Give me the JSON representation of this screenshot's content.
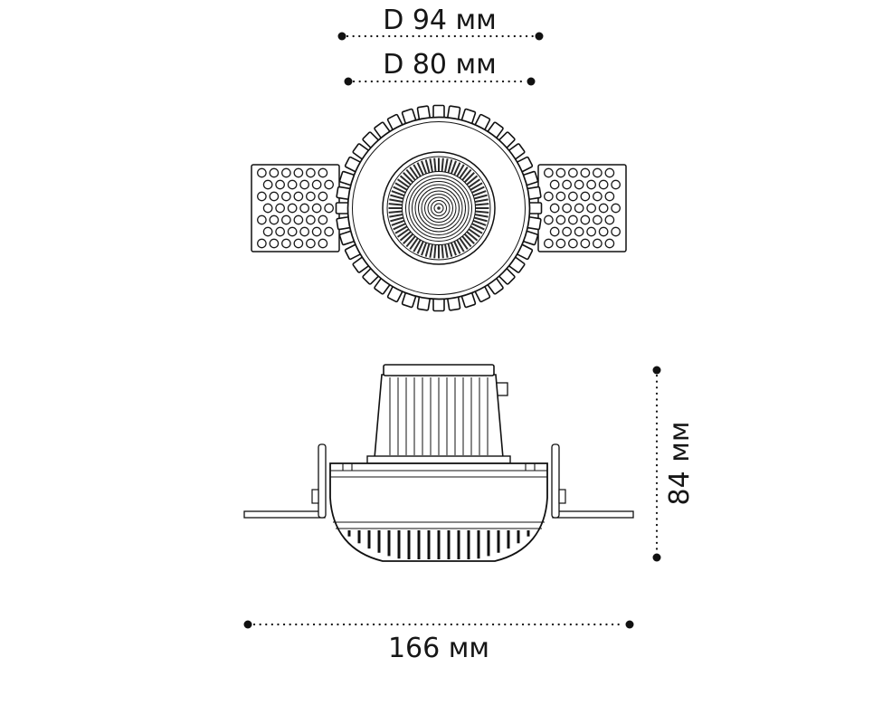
{
  "drawing": {
    "background": "#ffffff",
    "ink_color": "#111111",
    "dimensions": {
      "top_outer": "D 94 мм",
      "top_inner": "D 80 мм",
      "height": "84 мм",
      "width": "166 мм"
    }
  }
}
